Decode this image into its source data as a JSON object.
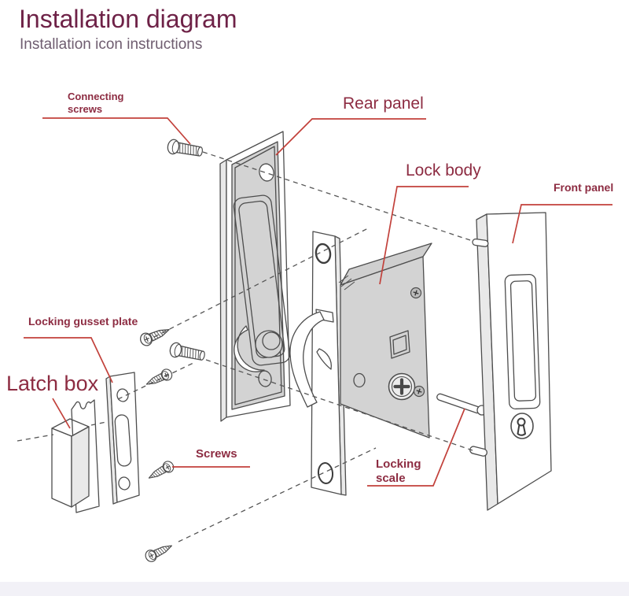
{
  "page": {
    "title": "Installation diagram",
    "subtitle": "Installation icon instructions"
  },
  "labels": {
    "connecting_screws": "Connecting screws",
    "rear_panel": "Rear panel",
    "lock_body": "Lock body",
    "front_panel": "Front panel",
    "locking_gusset_plate": "Locking gusset plate",
    "latch_box": "Latch box",
    "screws": "Screws",
    "locking_scale": "Locking scale"
  },
  "colors": {
    "title_maroon": "#6e2247",
    "subtitle_gray_purple": "#6f5d70",
    "label_maroon": "#8d2c42",
    "leader_red": "#c2413b",
    "outline_gray": "#4d4d4d",
    "part_fill_gray": "#d3d3d3",
    "bottom_band": "#f2f1f7"
  },
  "icons": [
    "machine-screw-icon",
    "tapping-screw-icon",
    "phillips-screw-head-icon",
    "keyhole-icon"
  ]
}
